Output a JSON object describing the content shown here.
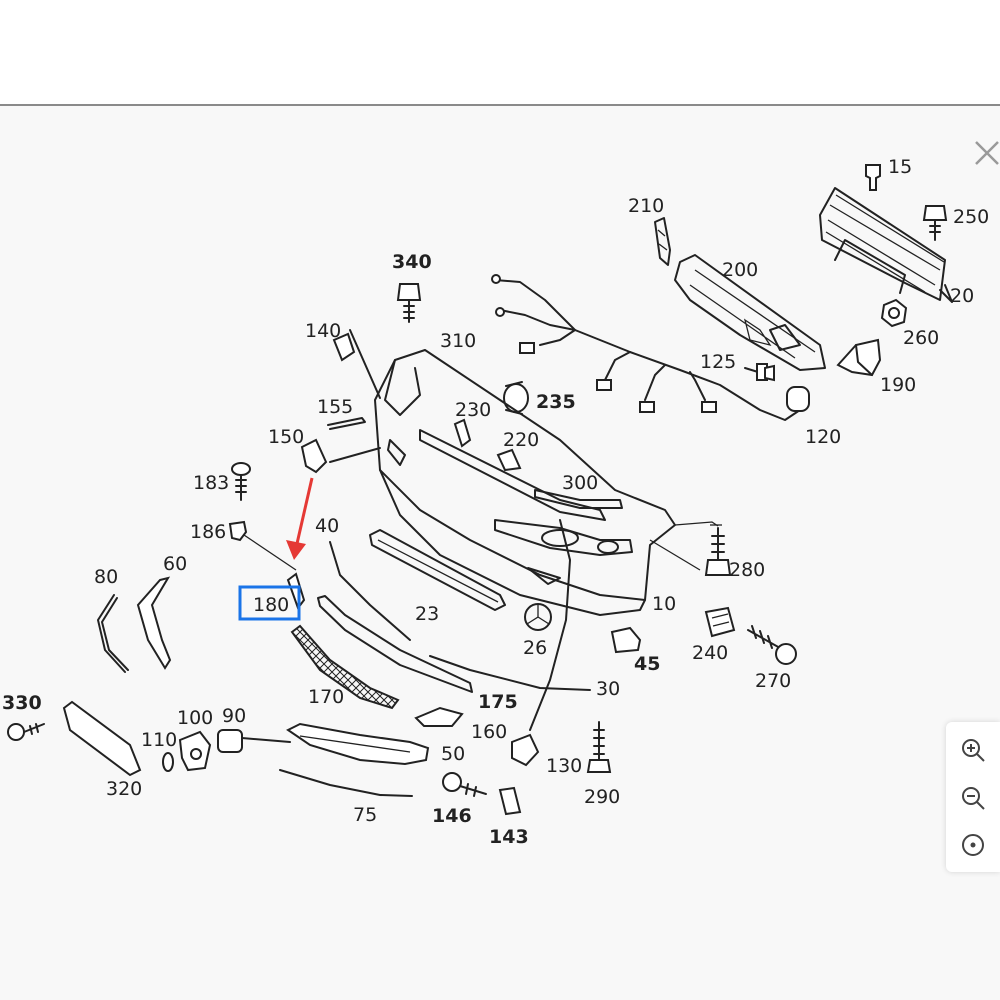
{
  "colors": {
    "highlight": "#1a74e8",
    "arrow": "#e53935",
    "line": "#222222",
    "background": "#f8f8f8"
  },
  "highlighted_part": "180",
  "labels": {
    "p15": "15",
    "p250": "250",
    "p20": "20",
    "p210": "210",
    "p200": "200",
    "p260": "260",
    "p190": "190",
    "p125": "125",
    "p120": "120",
    "p340": "340",
    "p140": "140",
    "p310": "310",
    "p155": "155",
    "p230": "230",
    "p235": "235",
    "p150": "150",
    "p220": "220",
    "p183": "183",
    "p300": "300",
    "p186": "186",
    "p40": "40",
    "p280": "280",
    "p80": "80",
    "p60": "60",
    "p180": "180",
    "p23": "23",
    "p10": "10",
    "p26": "26",
    "p240": "240",
    "p45": "45",
    "p270": "270",
    "p170": "170",
    "p175": "175",
    "p30": "30",
    "p330": "330",
    "p100": "100",
    "p90": "90",
    "p110": "110",
    "p160": "160",
    "p50": "50",
    "p130": "130",
    "p320": "320",
    "p290": "290",
    "p75": "75",
    "p146": "146",
    "p143": "143"
  },
  "controls": {
    "close_icon": "close-icon",
    "zoom_in_icon": "zoom-in-icon",
    "zoom_out_icon": "zoom-out-icon",
    "reset_icon": "reset-zoom-icon"
  }
}
